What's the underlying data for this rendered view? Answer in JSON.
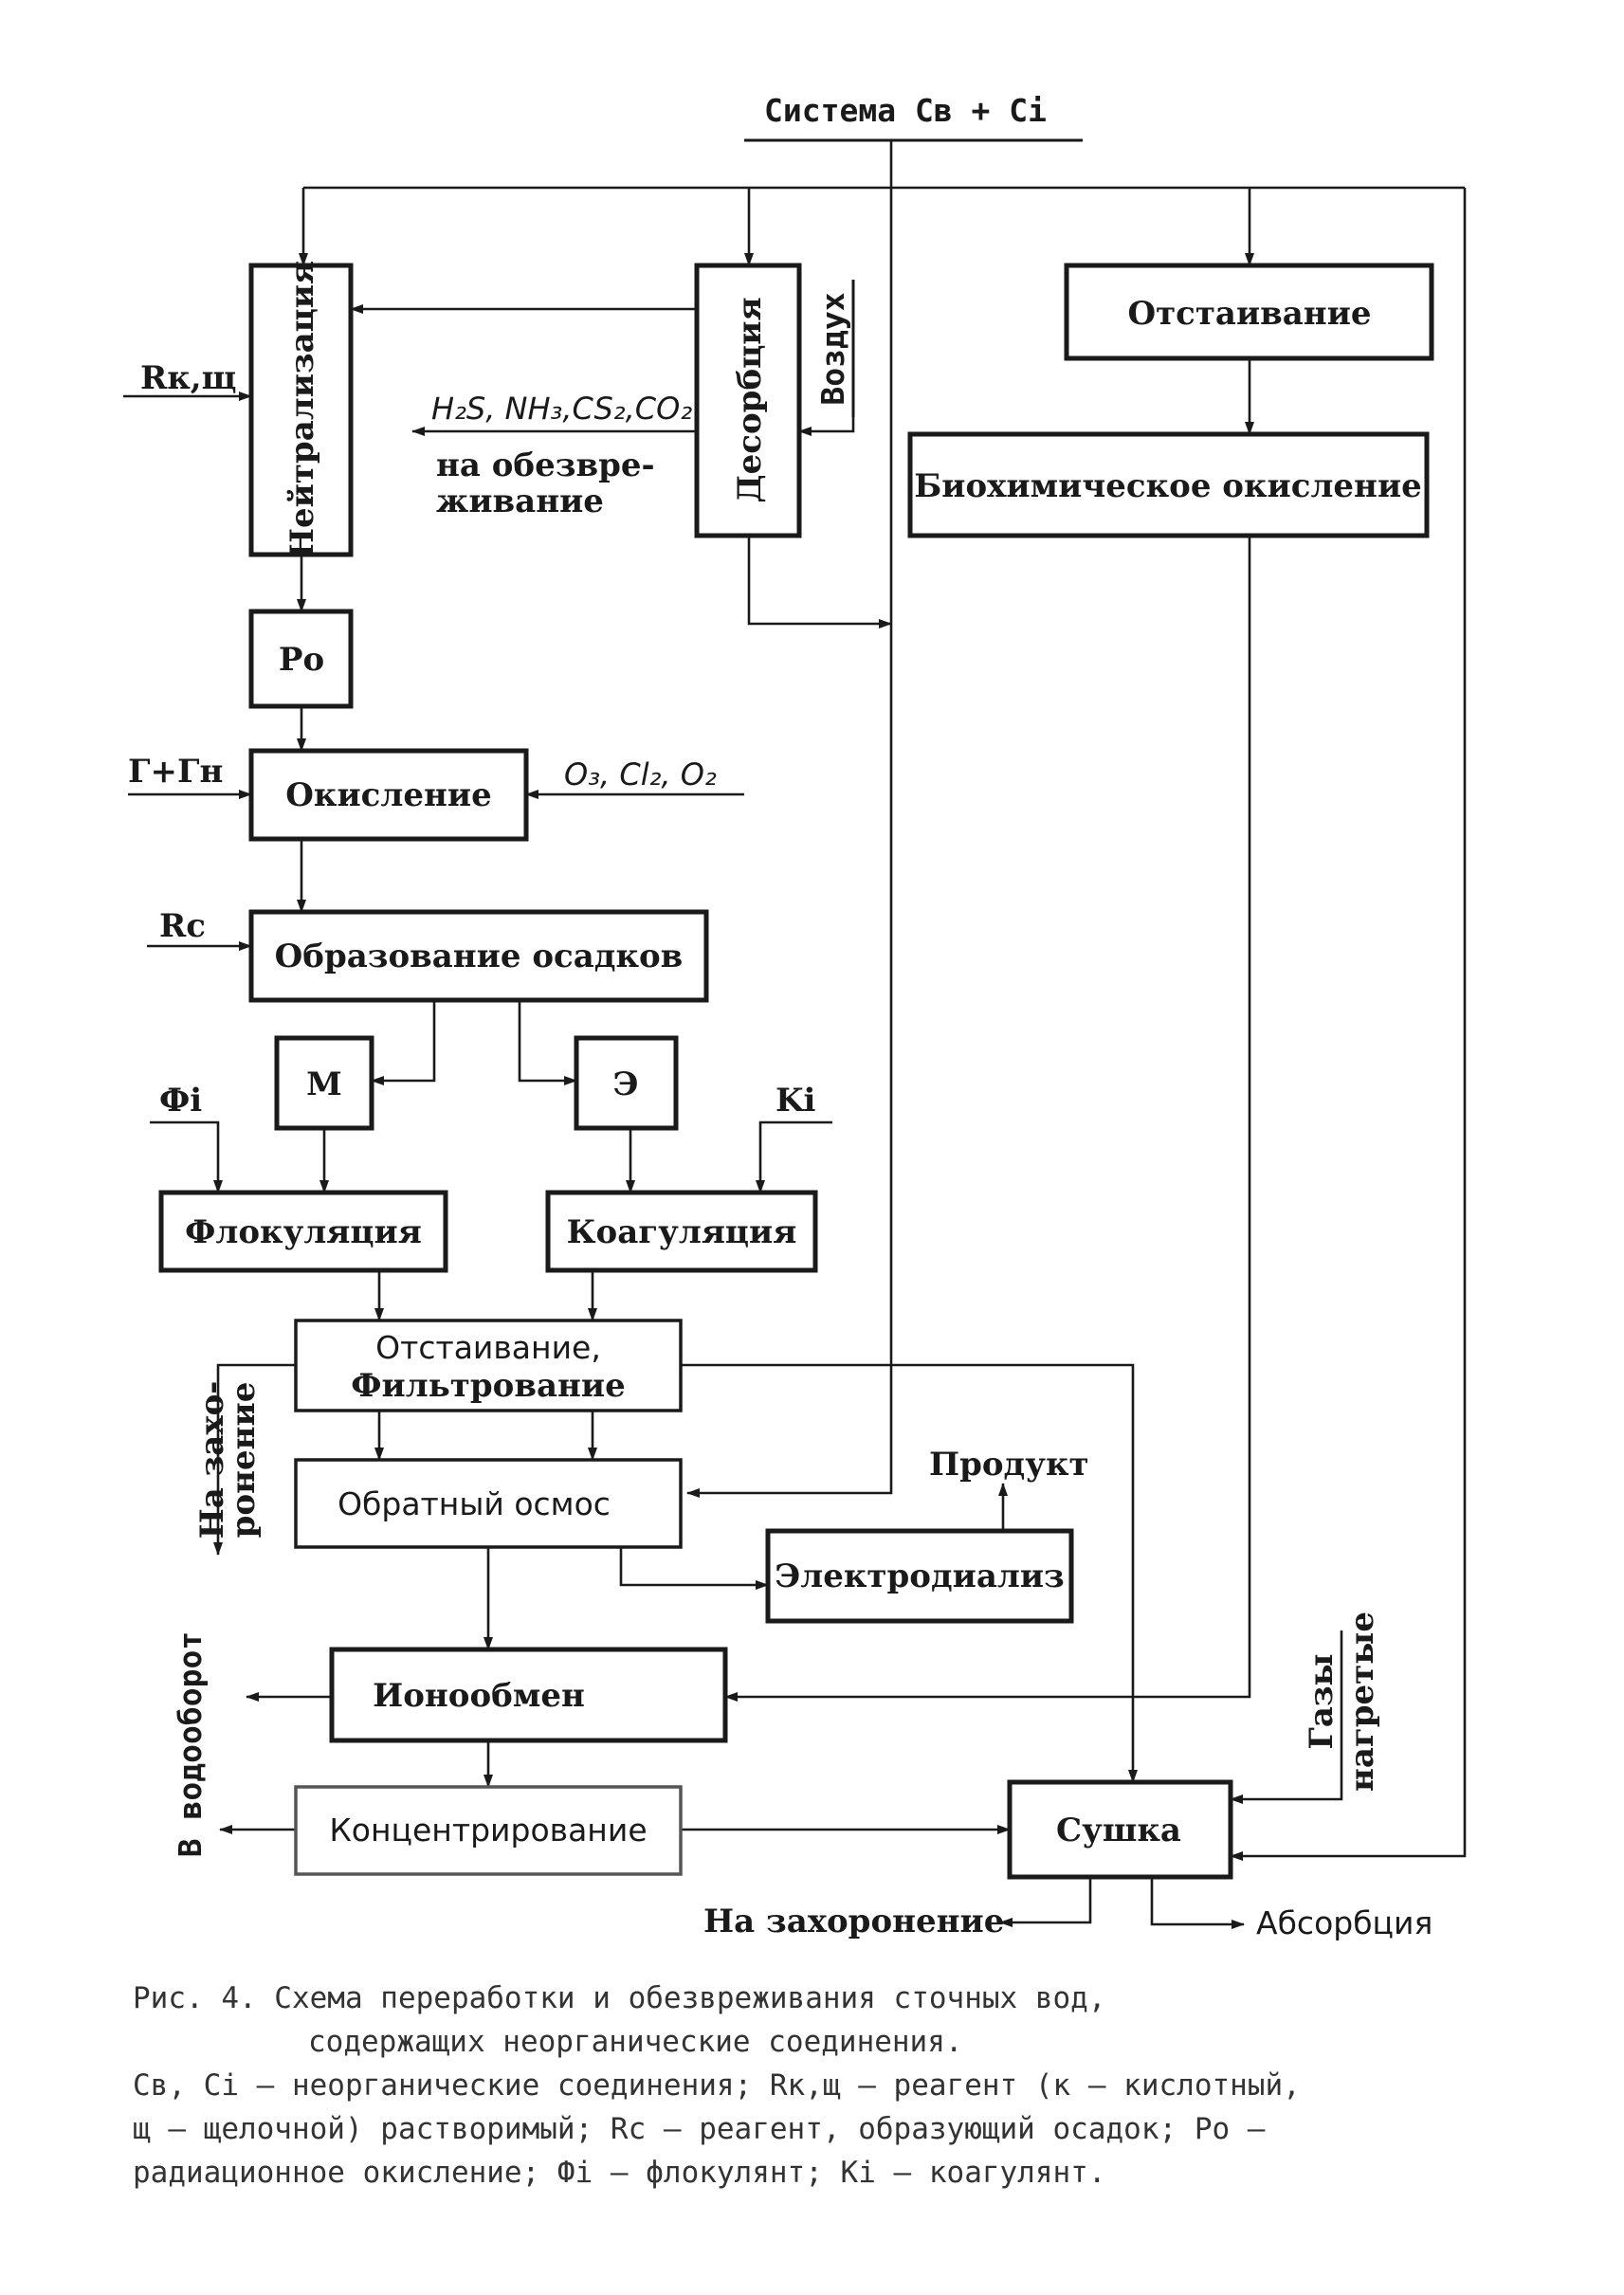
{
  "diagram": {
    "title": "Система Св + Сi",
    "nodes": {
      "neutralization": "Нейтрализация",
      "desorption": "Десорбция",
      "settling_top": "Отстаивание",
      "biochem": "Биохимическое окисление",
      "ro_small": "Ро",
      "oxidation": "Окисление",
      "precipitation": "Образование осадков",
      "m": "М",
      "e": "Э",
      "flocculation": "Флокуляция",
      "coagulation": "Коагуляция",
      "settling_filter_1": "Отстаивание,",
      "settling_filter_2": "Фильтрование",
      "reverse_osmosis": "Обратный осмос",
      "electrodialysis": "Электродиализ",
      "ion_exchange": "Ионообмен",
      "concentration": "Концентрирование",
      "drying": "Сушка"
    },
    "labels": {
      "reagent_kshch": "Rк,щ",
      "air": "Воздух",
      "gases": "H₂S, NH₃,CS₂,CO₂",
      "detox_1": "на обезвре-",
      "detox_2": "живание",
      "g_plus_gn": "Г+Гн",
      "oxidants": "O₃, Cl₂, O₂",
      "rc": "Rс",
      "phi": "Фi",
      "ki": "Ki",
      "product": "Продукт",
      "burial_left_1": "На захо-",
      "burial_left_2": "ронение",
      "water_recycle": "В водооборот",
      "hot_gases_1": "Газы",
      "hot_gases_2": "нагретые",
      "burial_bottom": "На захоронение",
      "absorption": "Абсорбция"
    }
  },
  "caption": {
    "line1": "Рис. 4.  Схема переработки и обезвреживания сточных вод,",
    "line2": "содержащих неорганические соединения.",
    "line3": "Св, Сi  – неорганические соединения; Rк,щ – реагент (к – кислотный,",
    "line4": "щ – щелочной) растворимый; Rс – реагент, образующий осадок; Ро –",
    "line5": "радиационное окисление; Фi – флокулянт; Ki – коагулянт."
  }
}
